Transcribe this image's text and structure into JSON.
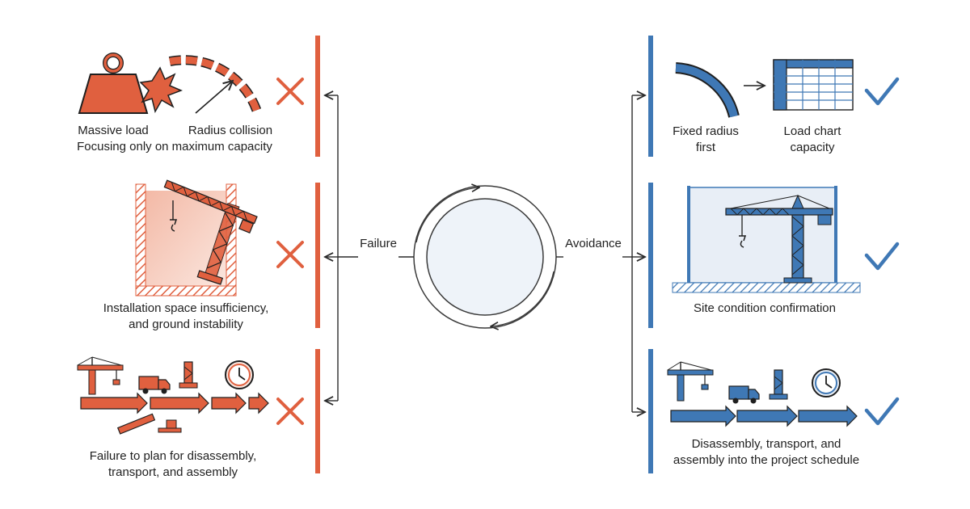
{
  "colors": {
    "failure": "#e0603f",
    "failure_light": "#f6d3c6",
    "avoidance": "#3f78b5",
    "avoidance_light": "#e8eef6",
    "ink": "#1f1f1f",
    "hub_fill": "#eef3f9",
    "hub_stroke": "#3a3a3a"
  },
  "hub": {
    "left_label": "Failure",
    "right_label": "Avoidance"
  },
  "failure_items": [
    {
      "line1": "Massive load",
      "line2": "",
      "extra": "Radius collision",
      "footer": "Focusing only on maximum capacity",
      "mark": "cross"
    },
    {
      "line1": "Installation space insufficiency,",
      "line2": "and ground instability",
      "mark": "cross"
    },
    {
      "line1": "Failure to plan for disassembly,",
      "line2": "transport, and assembly",
      "mark": "cross"
    }
  ],
  "avoidance_items": [
    {
      "a_line1": "Fixed radius",
      "a_line2": "first",
      "b_line1": "Load chart",
      "b_line2": "capacity",
      "mark": "check"
    },
    {
      "line1": "Site condition confirmation",
      "mark": "check"
    },
    {
      "line1": "Disassembly, transport, and",
      "line2": "assembly into the project schedule",
      "mark": "check"
    }
  ],
  "icons": [
    "weight-icon",
    "collision-burst-icon",
    "radius-arc-icon",
    "cross-icon",
    "tower-crane-icon",
    "ground-hatch-icon",
    "truck-icon",
    "mast-section-icon",
    "clock-icon",
    "arrow-chain-icon",
    "quarter-arc-icon",
    "load-chart-table-icon",
    "checkmark-icon",
    "cycle-circle-icon"
  ]
}
